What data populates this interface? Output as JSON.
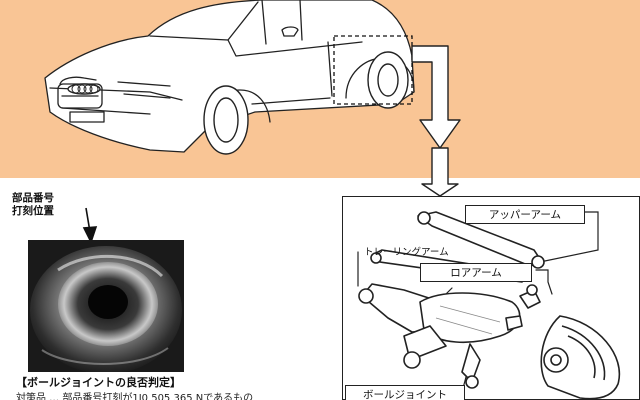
{
  "callouts": {
    "part_number_line1": "部品番号",
    "part_number_line2": "打刻位置"
  },
  "diagram_labels": {
    "upper_arm": "アッパーアーム",
    "trailing_arm": "トレーリングアーム",
    "lower_arm": "ロアアーム",
    "ball_joint": "ボールジョイント"
  },
  "caption": {
    "title": "【ボールジョイントの良否判定】",
    "subtext": "対策品 … 部品番号打刻が1J0 505 365 Nであるもの"
  },
  "colors": {
    "band": "#f9c595",
    "line": "#222222"
  }
}
